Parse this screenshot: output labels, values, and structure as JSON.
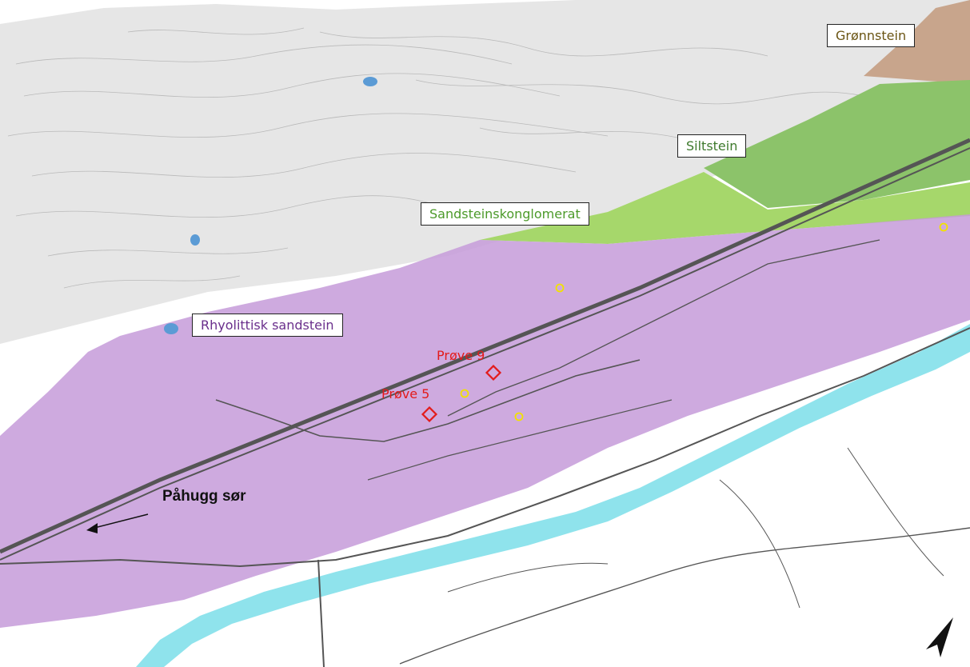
{
  "colors": {
    "terrain": "#e6e6e6",
    "contour": "#b9b9b9",
    "rhyolite": "#c69bd9",
    "sandstone_conglomerate": "#a6d76b",
    "siltstone": "#8cc36a",
    "greenstone": "#c8a58c",
    "river": "#8fe3ec",
    "lake": "#5b9bd5",
    "road": "#555555",
    "sample_marker": "#e31b1b",
    "point_marker": "#f2e200",
    "siltstone_text": "#3e7a2d",
    "sandstone_text": "#4c9a2a",
    "greenstone_text": "#6b5514",
    "rhyolite_text": "#6a2f8c"
  },
  "labels": {
    "greenstone": "Grønnstein",
    "siltstone": "Siltstein",
    "sandstone_conglomerate": "Sandsteinskonglomerat",
    "rhyolite_sandstone": "Rhyolittisk sandstein",
    "sample_9": "Prøve 9",
    "sample_5": "Prøve 5",
    "tunnel_entrance": "Påhugg sør"
  },
  "icons": {
    "north_arrow": "north-arrow-icon",
    "sample_marker": "red-diamond",
    "point_marker": "yellow-circle"
  }
}
